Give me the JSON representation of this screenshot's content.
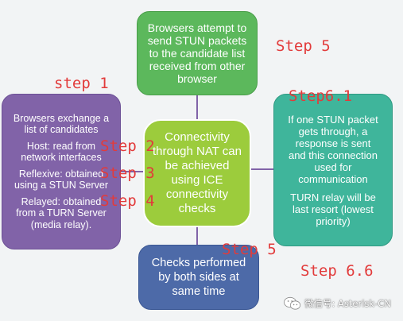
{
  "diagram": {
    "center": {
      "lines": [
        "Connectivity",
        "through NAT can",
        "be achieved",
        "using ICE",
        "connectivity",
        "checks"
      ]
    },
    "top": {
      "lines": [
        "Browsers attempt to",
        "send STUN packets",
        "to the candidate list",
        "received from other",
        "browser"
      ]
    },
    "left": {
      "paragraphs": [
        [
          "Browsers exchange a",
          "list of candidates"
        ],
        [
          "Host: read from",
          "network interfaces"
        ],
        [
          "Reflexive: obtained",
          "using a STUN Server"
        ],
        [
          "Relayed: obtained",
          "from a TURN Server",
          "(media relay)."
        ]
      ]
    },
    "right": {
      "paragraphs": [
        [
          "If one STUN packet",
          "gets through, a",
          "response is sent",
          "and this connection",
          "used for",
          "communication"
        ],
        [
          "TURN relay will be",
          "last resort (lowest",
          "priority)"
        ]
      ]
    },
    "bottom": {
      "lines": [
        "Checks performed",
        "by both sides at",
        "same time"
      ]
    },
    "colors": {
      "background": "#f2f4f5",
      "center": "#9ccc3c",
      "top": "#5cb85c",
      "left": "#8163a8",
      "right": "#3fb59b",
      "bottom": "#4d6aa8",
      "connector": "#8163a8",
      "step_annotation": "#e23b3b"
    }
  },
  "annotations": {
    "step1": "step 1",
    "step2": "Step 2",
    "step3": "Step 3",
    "step4": "Step 4",
    "step5_top": "Step 5",
    "step5_mid": "Step 5",
    "step6_1": "Step6.1",
    "step6_6": "Step 6.6"
  },
  "watermark": {
    "icon": "wechat-icon",
    "text": "微信号: Asterisk-CN"
  }
}
